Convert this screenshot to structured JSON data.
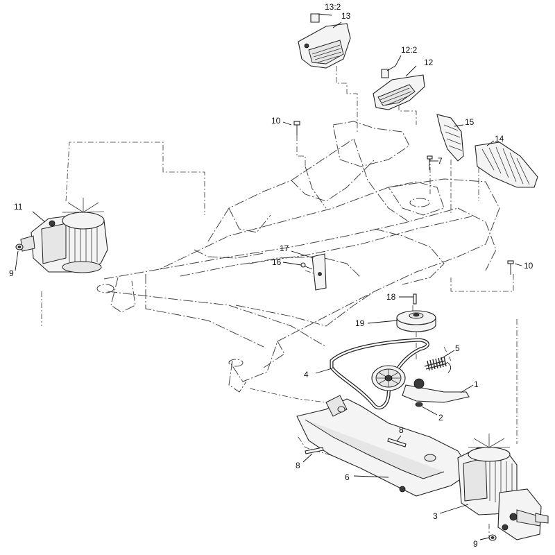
{
  "callouts": [
    {
      "id": "c1",
      "label": "1"
    },
    {
      "id": "c2",
      "label": "2"
    },
    {
      "id": "c3",
      "label": "3"
    },
    {
      "id": "c4",
      "label": "4"
    },
    {
      "id": "c5",
      "label": "5"
    },
    {
      "id": "c6",
      "label": "6"
    },
    {
      "id": "c7",
      "label": "7"
    },
    {
      "id": "c8a",
      "label": "8"
    },
    {
      "id": "c8b",
      "label": "8"
    },
    {
      "id": "c9a",
      "label": "9"
    },
    {
      "id": "c9b",
      "label": "9"
    },
    {
      "id": "c10a",
      "label": "10"
    },
    {
      "id": "c10b",
      "label": "10"
    },
    {
      "id": "c11",
      "label": "11"
    },
    {
      "id": "c12",
      "label": "12"
    },
    {
      "id": "c12_2",
      "label": "12:2"
    },
    {
      "id": "c13",
      "label": "13"
    },
    {
      "id": "c13_2",
      "label": "13:2"
    },
    {
      "id": "c14",
      "label": "14"
    },
    {
      "id": "c15",
      "label": "15"
    },
    {
      "id": "c16",
      "label": "16"
    },
    {
      "id": "c17",
      "label": "17"
    },
    {
      "id": "c18",
      "label": "18"
    },
    {
      "id": "c19",
      "label": "19"
    }
  ]
}
